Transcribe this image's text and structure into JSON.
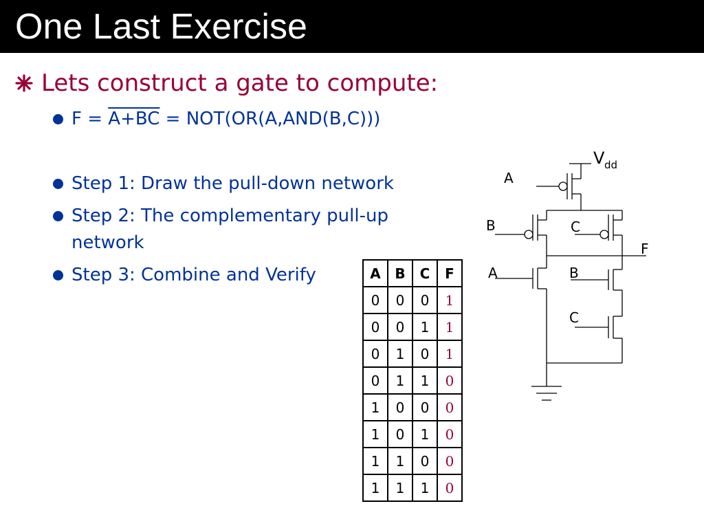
{
  "slide": {
    "title": "One Last Exercise",
    "main_bullet": "Lets construct a gate to compute:",
    "formula": {
      "prefix": "F = ",
      "overlined": "A+BC",
      "suffix": " = NOT(OR(A,AND(B,C)))"
    },
    "steps": [
      "Step 1:  Draw the pull-down network",
      "Step 2: The complementary pull-up",
      "network",
      "Step 3: Combine and Verify"
    ]
  },
  "truth_table": {
    "headers": [
      "A",
      "B",
      "C",
      "F"
    ],
    "rows": [
      [
        "0",
        "0",
        "0",
        "1"
      ],
      [
        "0",
        "0",
        "1",
        "1"
      ],
      [
        "0",
        "1",
        "0",
        "1"
      ],
      [
        "0",
        "1",
        "1",
        "0"
      ],
      [
        "1",
        "0",
        "0",
        "0"
      ],
      [
        "1",
        "0",
        "1",
        "0"
      ],
      [
        "1",
        "1",
        "0",
        "0"
      ],
      [
        "1",
        "1",
        "1",
        "0"
      ]
    ]
  },
  "circuit": {
    "vdd": "V",
    "vdd_sub": "dd",
    "output": "F",
    "labels": [
      "A",
      "B",
      "C",
      "A",
      "B",
      "C"
    ]
  },
  "colors": {
    "title_bg": "#000000",
    "main_bullet": "#990033",
    "sub_bullets": "#003399",
    "f_column": "#990033"
  }
}
